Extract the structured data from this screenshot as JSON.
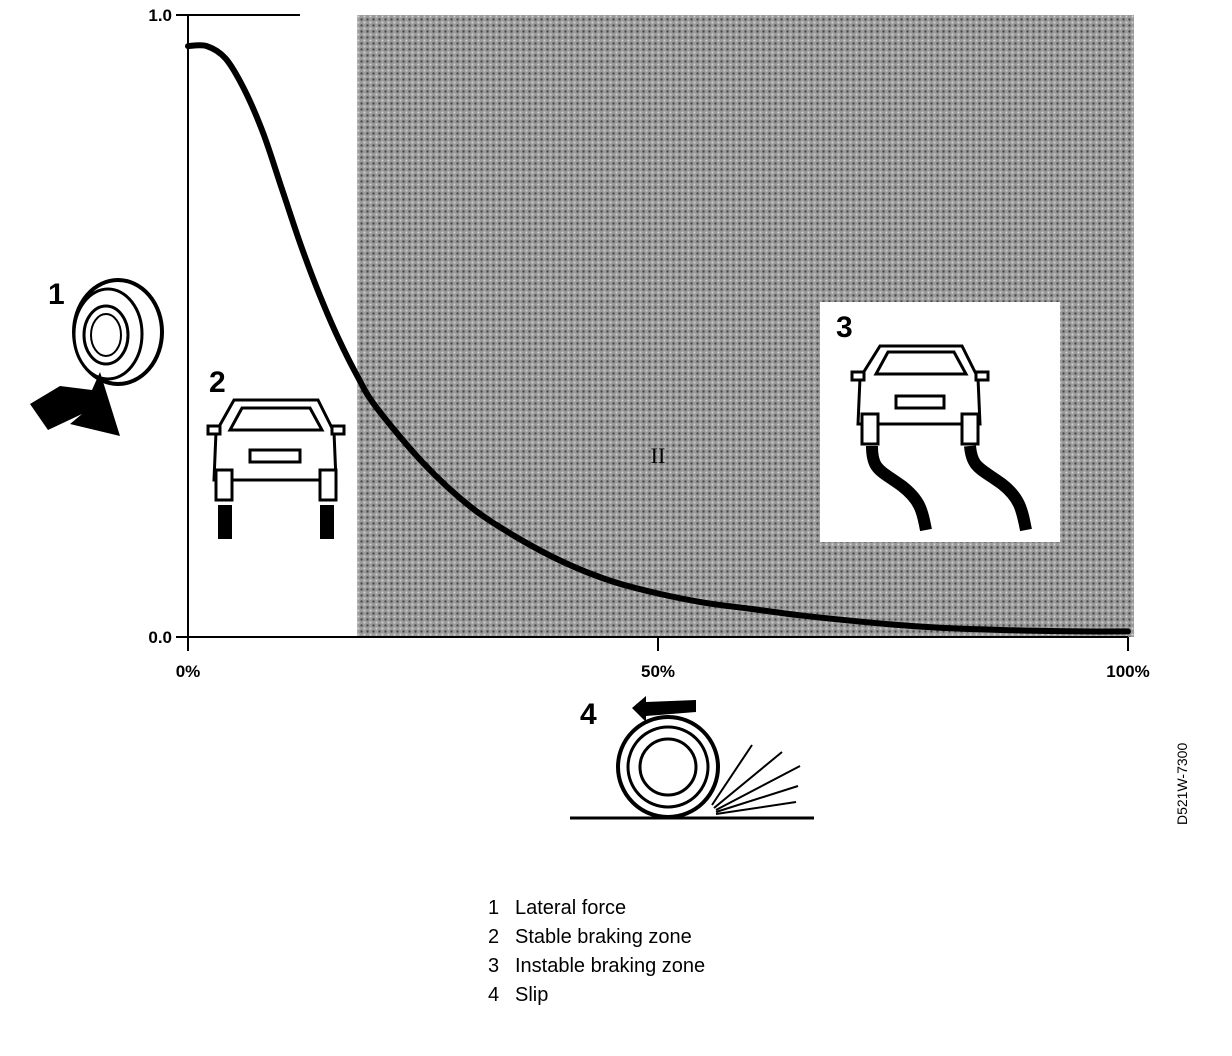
{
  "chart_data": {
    "type": "line",
    "y_ticks": [
      "1.0",
      "0.0"
    ],
    "x_ticks": [
      "0%",
      "50%",
      "100%"
    ],
    "ylim": [
      0,
      1
    ],
    "xlim": [
      0,
      100
    ],
    "zone_label": "II",
    "shaded_zone_x_start": 18,
    "series": [
      {
        "x": [
          0,
          2,
          4,
          6,
          8,
          10,
          12,
          14,
          16,
          18,
          20,
          25,
          30,
          35,
          40,
          45,
          50,
          55,
          60,
          65,
          70,
          75,
          80,
          85,
          90,
          95,
          100
        ],
        "y": [
          0.95,
          0.95,
          0.93,
          0.88,
          0.81,
          0.72,
          0.63,
          0.55,
          0.48,
          0.42,
          0.37,
          0.28,
          0.21,
          0.16,
          0.12,
          0.09,
          0.07,
          0.055,
          0.045,
          0.035,
          0.027,
          0.02,
          0.015,
          0.012,
          0.01,
          0.009,
          0.009
        ]
      }
    ]
  },
  "callouts": {
    "lateral_force": "1",
    "stable_zone": "2",
    "instable_zone": "3",
    "slip": "4"
  },
  "legend": [
    {
      "num": "1",
      "label": "Lateral force"
    },
    {
      "num": "2",
      "label": "Stable braking zone"
    },
    {
      "num": "3",
      "label": "Instable braking zone"
    },
    {
      "num": "4",
      "label": "Slip"
    }
  ],
  "figure_code": "D521W-7300",
  "colors": {
    "ink": "#000000",
    "paper": "#ffffff",
    "shading": "#8c8c8c"
  }
}
